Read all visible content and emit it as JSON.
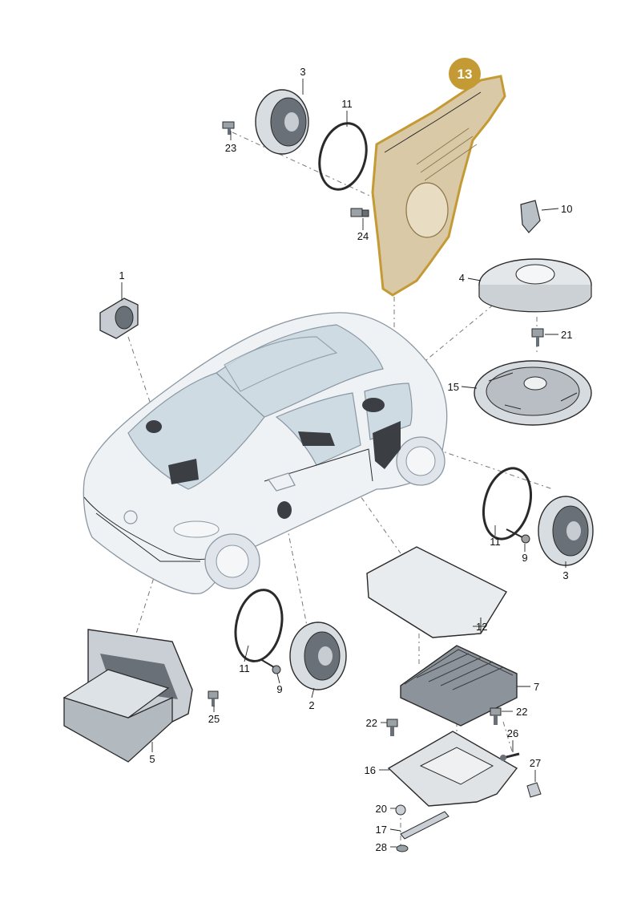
{
  "diagram": {
    "highlighted_part": "13",
    "colors": {
      "highlight": "#c49a35",
      "highlight_fill": "#d9c9a6",
      "car_body": "#eef2f5",
      "car_glass": "#cfdbe3"
    },
    "labels": {
      "p1": "1",
      "p2": "2",
      "p3a": "3",
      "p3b": "3",
      "p4": "4",
      "p5": "5",
      "p7": "7",
      "p9a": "9",
      "p9b": "9",
      "p10": "10",
      "p11a": "11",
      "p11b": "11",
      "p11c": "11",
      "p12": "12",
      "p15": "15",
      "p16": "16",
      "p17": "17",
      "p20": "20",
      "p21": "21",
      "p22a": "22",
      "p22b": "22",
      "p23": "23",
      "p24": "24",
      "p25": "25",
      "p26": "26",
      "p27": "27",
      "p28": "28"
    }
  }
}
